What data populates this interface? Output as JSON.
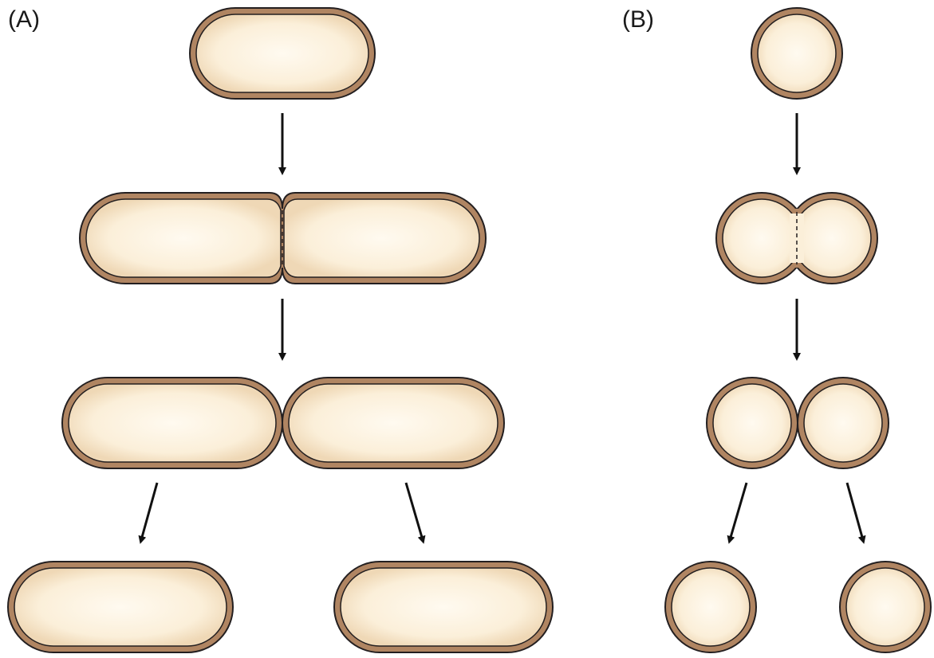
{
  "panels": [
    {
      "id": "A",
      "label": "(A)",
      "shape": "rod"
    },
    {
      "id": "B",
      "label": "(B)",
      "shape": "coccus"
    }
  ],
  "colors": {
    "wall": "#b08562",
    "outline": "#231f20",
    "cytoplasm_center": "#fffaf0",
    "cytoplasm_edge": "#f1dcbd",
    "arrow": "#111111"
  },
  "icons": {
    "arrow": "arrow-down-icon"
  }
}
